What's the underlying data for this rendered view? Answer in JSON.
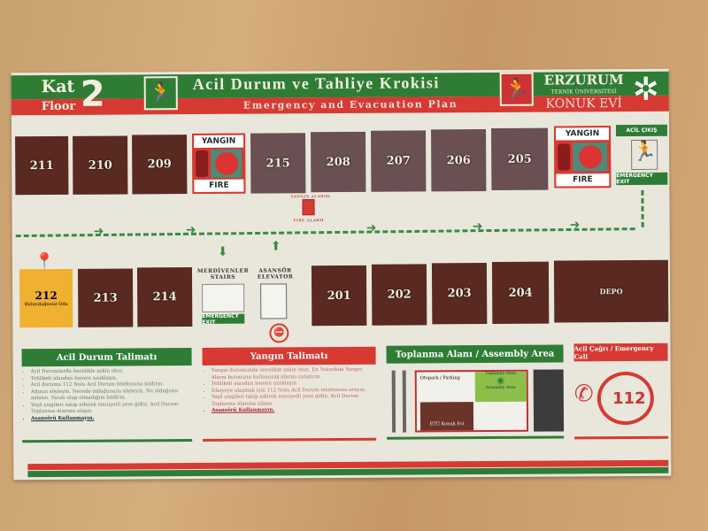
{
  "header": {
    "kat": "Kat",
    "floor": "Floor",
    "number": "2",
    "title": "Acil Durum ve Tahliye Krokisi",
    "subtitle": "Emergency and Evacuation Plan",
    "university": "ERZURUM",
    "university_sub": "TEKNİK ÜNİVERSİTESİ",
    "guesthouse": "KONUK EVİ"
  },
  "top_rooms": [
    "211",
    "210",
    "209",
    "215",
    "208",
    "207",
    "206",
    "205"
  ],
  "bottom_rooms": [
    "213",
    "214",
    "201",
    "202",
    "203",
    "204",
    "DEPO"
  ],
  "current_room": {
    "number": "212",
    "label": "Bulunduğunuz Oda"
  },
  "fire": {
    "top": "YANGIN",
    "bottom": "FIRE",
    "alarm_tr": "YANGIN ALARMI",
    "alarm_en": "FIRE ALARM"
  },
  "exit": {
    "tr": "ACİL ÇIKIŞ",
    "en": "EMERGENCY EXIT"
  },
  "stairs": {
    "tr": "MERDİVENLER",
    "en": "STAIRS",
    "sign": "EMERGENCY EXIT"
  },
  "elevator": {
    "tr": "ASANSÖR",
    "en": "ELEVATOR"
  },
  "panels": {
    "acil": {
      "title": "Acil Durum Talimatı",
      "items": [
        "Acil Durumlarda öncelikle sakin olun.",
        "Tehlikeli alandan hemen uzaklaşın.",
        "Acil durumu 112 Nolu Acil Durum telefonuna bildirin.",
        "Adınızı söyleyin. Nerede olduğunuzu söyleyin. Ne olduğunu anlatın. Yaralı olup olmadığını bildirin.",
        "Yeşil çizgileri takip ederek emniyetli yere gidin. Acil Durum Toplanma Alanına ulaşın."
      ],
      "warn": "Asansörü Kullanmayın."
    },
    "yangin": {
      "title": "Yangın Talimatı",
      "items": [
        "Yangın durumunda öncelikle sakin olun. En Yakındaki Yangın Alarm butonunu kullanarak alarmı çalıştırın.",
        "Tehlikeli alandan hemen uzaklaşın.",
        "İtfaiyeye ulaşmak için 112 Nolu Acil Durum telefonunu arayın.",
        "Yeşil çizgileri takip ederek emniyetli yere gidin, Acil Durum Toplanma Alanına ulaşın."
      ],
      "warn": "Asansörü Kullanmayın."
    },
    "toplanma": {
      "title": "Toplanma Alanı / Assembly Area",
      "parking": "Otopark / Parking",
      "area_tr": "Toplanma Alanı",
      "area_en": "Assembly Area",
      "building": "ETÜ Konuk Evi"
    },
    "cagri": {
      "title": "Acil Çağrı / Emergency Call",
      "number": "112"
    }
  },
  "colors": {
    "green": "#2f7d35",
    "red": "#d63a33",
    "room": "#5a2a22",
    "current": "#f0b030"
  }
}
